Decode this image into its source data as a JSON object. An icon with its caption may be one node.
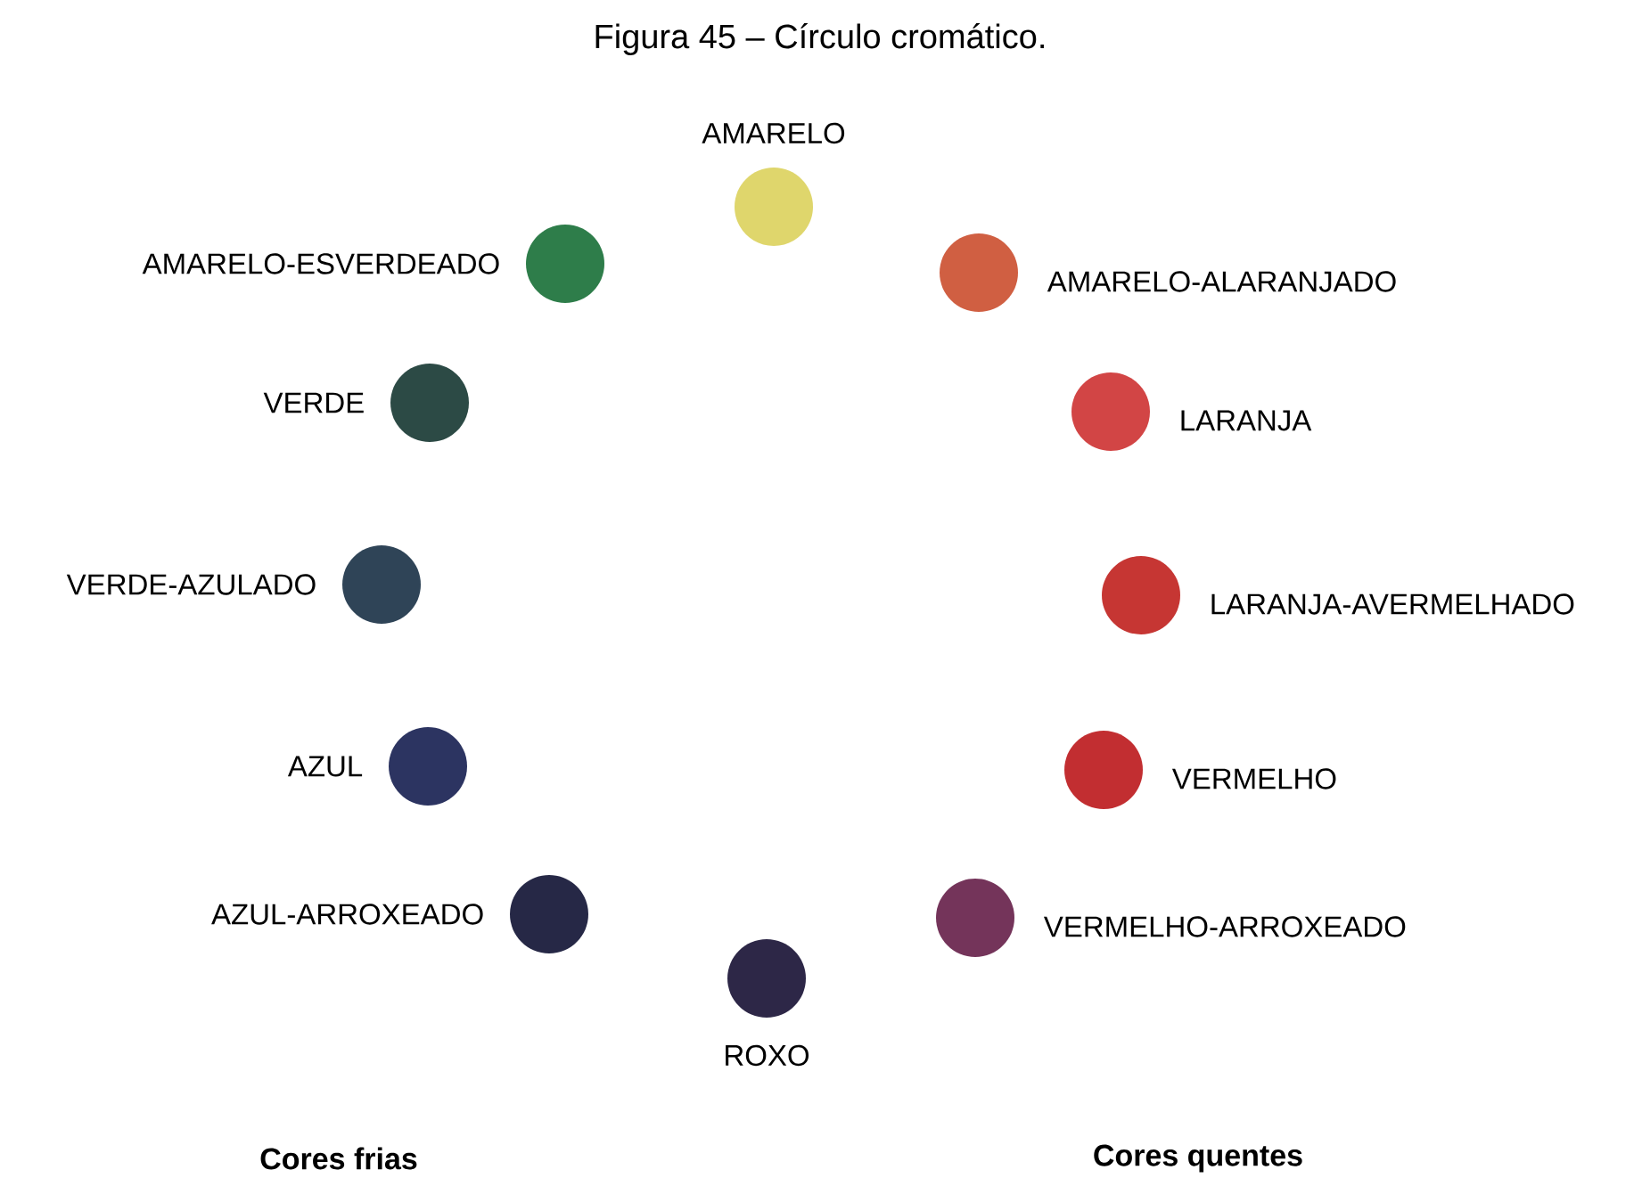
{
  "diagram": {
    "title": "Figura 45 – Círculo cromático.",
    "nodes": [
      {
        "text": [],
        "shape": "circle",
        "beside": [
          "AMARELO"
        ]
      },
      {
        "text": [],
        "shape": "circle",
        "beside": [
          "AMARELO-ESVERDEADO"
        ]
      },
      {
        "text": [],
        "shape": "circle",
        "beside": [
          "AMARELO-ALARANJADO"
        ]
      },
      {
        "text": [],
        "shape": "circle",
        "beside": [
          "VERDE"
        ]
      },
      {
        "text": [],
        "shape": "circle",
        "beside": [
          "LARANJA"
        ]
      },
      {
        "text": [],
        "shape": "circle",
        "beside": [
          "VERDE-AZULADO"
        ]
      },
      {
        "text": [],
        "shape": "circle",
        "beside": [
          "LARANJA-AVERMELHADO"
        ]
      },
      {
        "text": [],
        "shape": "circle",
        "beside": [
          "AZUL"
        ]
      },
      {
        "text": [],
        "shape": "circle",
        "beside": [
          "VERMELHO"
        ]
      },
      {
        "text": [],
        "shape": "circle",
        "beside": [
          "AZUL-ARROXEADO"
        ]
      },
      {
        "text": [],
        "shape": "circle",
        "beside": [
          "VERMELHO-ARROXEADO"
        ]
      },
      {
        "text": [],
        "shape": "circle",
        "beside": [
          "ROXO"
        ]
      }
    ],
    "labels": [
      "Cores frias",
      "Cores quentes"
    ]
  }
}
